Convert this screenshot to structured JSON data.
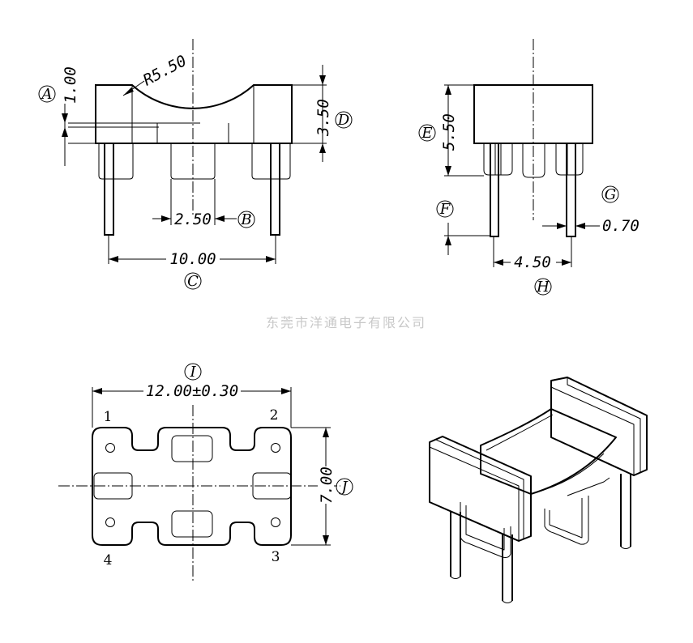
{
  "watermark": "东莞市洋通电子有限公司",
  "front_view": {
    "radius": "R5.50",
    "dim_a": "1.00",
    "dim_b": "2.50",
    "dim_c": "10.00",
    "dim_d": "3.50",
    "tag_a": "A",
    "tag_b": "B",
    "tag_c": "C",
    "tag_d": "D"
  },
  "side_view": {
    "dim_e": "5.50",
    "dim_g": "0.70",
    "dim_h": "4.50",
    "tag_e": "E",
    "tag_f": "F",
    "tag_g": "G",
    "tag_h": "H"
  },
  "bottom_view": {
    "dim_i": "12.00±0.30",
    "dim_j": "7.00",
    "tag_i": "I",
    "tag_j": "J",
    "pins": [
      "1",
      "2",
      "3",
      "4"
    ]
  }
}
